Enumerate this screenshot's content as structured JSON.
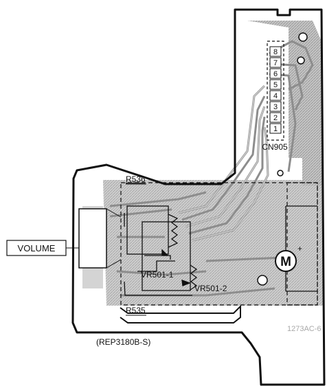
{
  "connector": {
    "name": "CN905",
    "pins": [
      "8",
      "7",
      "6",
      "5",
      "4",
      "3",
      "2",
      "1"
    ]
  },
  "labels": {
    "volume": "VOLUME",
    "r536": "R536",
    "r535": "R535",
    "vr501_1": "VR501-1",
    "vr501_2": "VR501-2",
    "part_no": "(REP3180B-S)",
    "code": "1273AC-6",
    "motor": "M",
    "plus": "+"
  },
  "colors": {
    "outline": "#111111",
    "trace": "#b9b9b9",
    "trace_dark": "#8d8d8d",
    "background": "#ffffff"
  }
}
